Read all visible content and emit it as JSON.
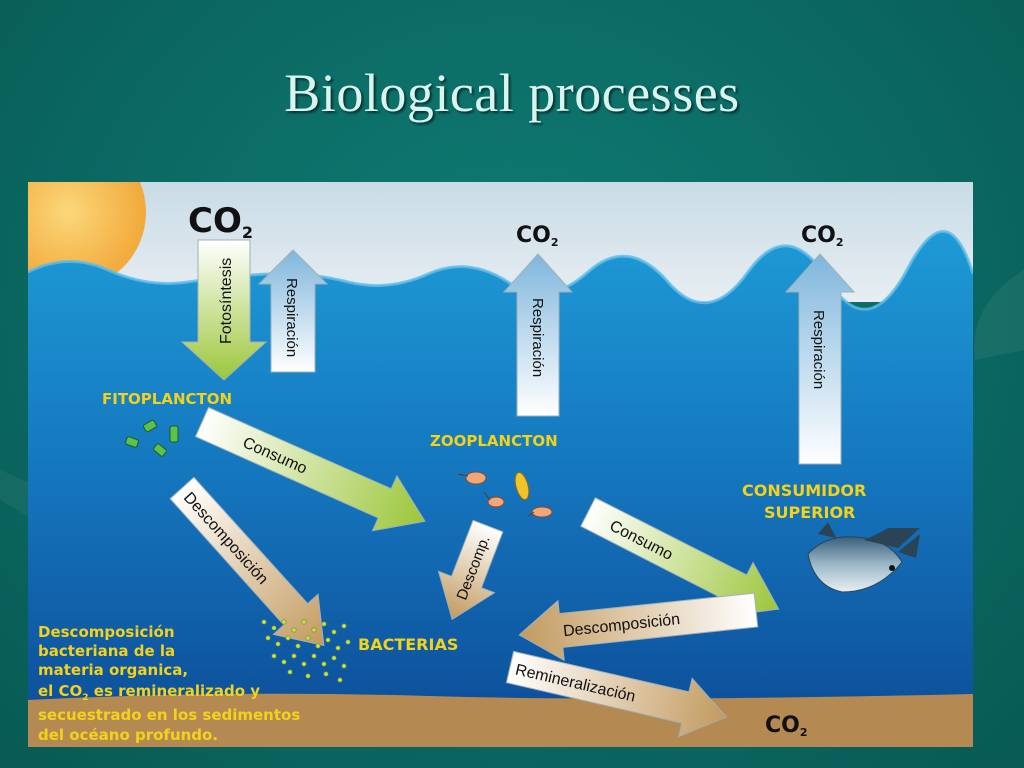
{
  "slide": {
    "title": "Biological processes"
  },
  "diagram": {
    "co2_top_left": "CO",
    "co2_top_mid": "CO",
    "co2_top_right": "CO",
    "co2_bottom": "CO",
    "subscript": "2",
    "fitoplancton": "FITOPLANCTON",
    "zooplancton": "ZOOPLANCTON",
    "consumidor_line1": "CONSUMIDOR",
    "consumidor_line2": "SUPERIOR",
    "bacterias": "BACTERIAS",
    "arrows": {
      "fotosintesis": "Fotosíntesis",
      "respiracion": "Respiración",
      "consumo": "Consumo",
      "descomposicion": "Descomposición",
      "descomp": "Descomp.",
      "remineralizacion": "Remineralización"
    },
    "note": {
      "line1": "Descomposición",
      "line2": "bacteriana de la",
      "line3": "materia organica,",
      "line4_a": "el CO",
      "line4_b": " es remineralizado y",
      "line5": "secuestrado en los sedimentos",
      "line6": "del océano profundo."
    }
  },
  "colors": {
    "background": "#0b6a63",
    "title": "#d9f4ef",
    "sky": "#d7e6ee",
    "ocean_top": "#1a8ecf",
    "ocean_bottom": "#0d4f9b",
    "sediment": "#b58a52",
    "label_yellow": "#f2d21b",
    "sun": "#f4b540"
  }
}
